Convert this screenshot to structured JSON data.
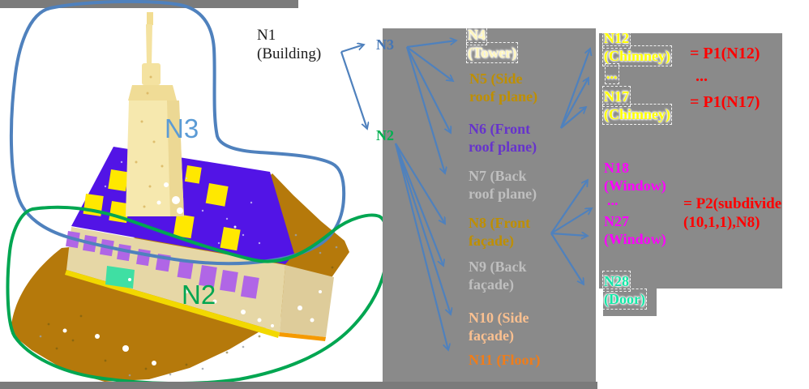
{
  "figure": {
    "image_labels": {
      "n3": {
        "text": "N3",
        "color": "#5b9bd5"
      },
      "n2": {
        "text": "N2",
        "color": "#00a651"
      }
    },
    "point_cloud_colors": {
      "roof": "#5214e6",
      "roof_window": "#ffe800",
      "tower": "#f6e8ae",
      "wall": "#e6d7a6",
      "wall_window": "#b066e6",
      "door": "#3fdfa3",
      "floor_ground": "#b5790b",
      "base_strip": "#f2d800"
    },
    "region_outline_colors": {
      "n3_loop": "#4f81bd",
      "n2_loop": "#00a651"
    }
  },
  "tree": {
    "root": {
      "id": "N1",
      "lines": [
        "N1",
        "(Building)"
      ],
      "color": "#1b1b1b"
    },
    "level1": [
      {
        "id": "N3",
        "lines": [
          "N3"
        ],
        "color": "#4576b5"
      },
      {
        "id": "N2",
        "lines": [
          "N2"
        ],
        "color": "#00b050"
      }
    ],
    "level2": [
      {
        "id": "N4",
        "lines": [
          "N4",
          "(Tower)"
        ],
        "color": "#fff6bd"
      },
      {
        "id": "N5",
        "lines": [
          "N5 (Side",
          "roof plane)"
        ],
        "color": "#bf8f00"
      },
      {
        "id": "N6",
        "lines": [
          "N6 (Front",
          "roof plane)"
        ],
        "color": "#6633cc"
      },
      {
        "id": "N7",
        "lines": [
          "N7 (Back",
          "roof plane)"
        ],
        "color": "#bfbfbf"
      },
      {
        "id": "N8",
        "lines": [
          "N8 (Front",
          "façade)"
        ],
        "color": "#bf8f00"
      },
      {
        "id": "N9",
        "lines": [
          "N9 (Back",
          "façade)"
        ],
        "color": "#bfbfbf"
      },
      {
        "id": "N10",
        "lines": [
          "N10 (Side",
          "façade)"
        ],
        "color": "#fac090"
      },
      {
        "id": "N11",
        "lines": [
          "N11 (Floor)"
        ],
        "color": "#ef7d1a"
      }
    ],
    "level3": [
      {
        "id": "N12",
        "lines": [
          "N12",
          "(Chimney)"
        ],
        "color": "#ffff00"
      },
      {
        "id": "ellipsis_chimney",
        "lines": [
          "..."
        ],
        "color": "#ffff00"
      },
      {
        "id": "N17",
        "lines": [
          "N17",
          "(Chimney)"
        ],
        "color": "#ffff00"
      },
      {
        "id": "N18",
        "lines": [
          "N18",
          "(Window)"
        ],
        "color": "#ff00ff"
      },
      {
        "id": "ellipsis_window",
        "lines": [
          "..."
        ],
        "color": "#ff00ff"
      },
      {
        "id": "N27",
        "lines": [
          "N27",
          "(Window)"
        ],
        "color": "#ff00ff"
      },
      {
        "id": "N28",
        "lines": [
          "N28",
          "(Door)"
        ],
        "color": "#12e8a6"
      }
    ],
    "annotations": [
      {
        "id": "p1_n12",
        "lines": [
          "= P1(N12)"
        ],
        "color": "#ff0000"
      },
      {
        "id": "ellipsis_p1",
        "lines": [
          "..."
        ],
        "color": "#ff0000"
      },
      {
        "id": "p1_n17",
        "lines": [
          "= P1(N17)"
        ],
        "color": "#ff0000"
      },
      {
        "id": "p2_n8",
        "lines": [
          "= P2(subdivide",
          "(10,1,1),N8)"
        ],
        "color": "#ff0000"
      }
    ]
  },
  "chrome": {
    "panel_color": "#8a8a8a",
    "bar_color": "#7b7b7b",
    "arrow_color": "#4f81bd"
  }
}
